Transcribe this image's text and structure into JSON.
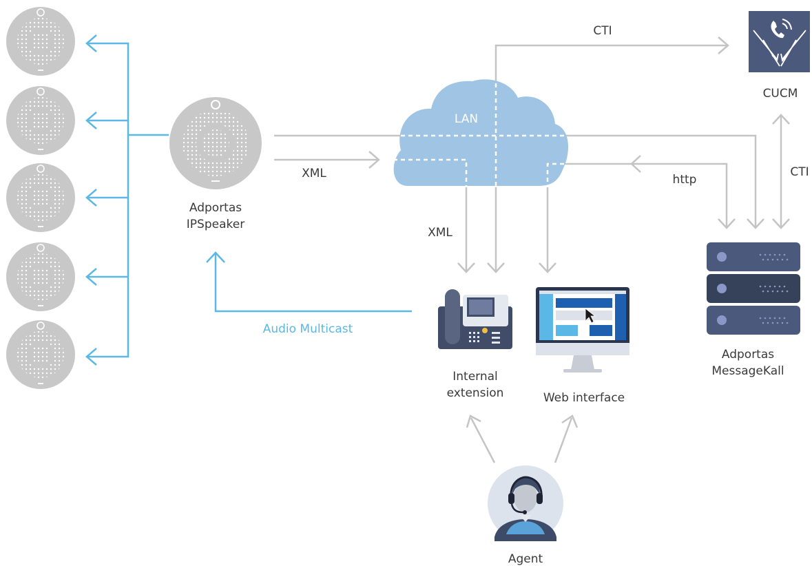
{
  "nodes": {
    "lan": "LAN",
    "cucm": "CUCM",
    "ipspeaker": [
      "Adportas",
      "IPSpeaker"
    ],
    "messagekall": [
      "Adportas",
      "MessageKall"
    ],
    "internal_extension": [
      "Internal",
      "extension"
    ],
    "web_interface": "Web interface",
    "agent": "Agent"
  },
  "connections": {
    "cti_top": "CTI",
    "cti_right": "CTI",
    "http": "http",
    "xml_speaker": "XML",
    "xml_phone": "XML",
    "audio_multicast": "Audio Multicast"
  },
  "colors": {
    "speaker": "#c8c8c8",
    "cloud": "#a0c5e4",
    "line_gray": "#c4c4c4",
    "line_blue": "#5bb7e6",
    "cucm_box": "#4b5a7c",
    "server": "#3d4b68",
    "screen_accent": "#1e5fb0"
  },
  "icons": {
    "cucm": "phone-icon",
    "agent": "headset-agent-icon",
    "phone": "desk-phone-icon",
    "monitor": "monitor-icon",
    "server": "server-stack-icon"
  }
}
